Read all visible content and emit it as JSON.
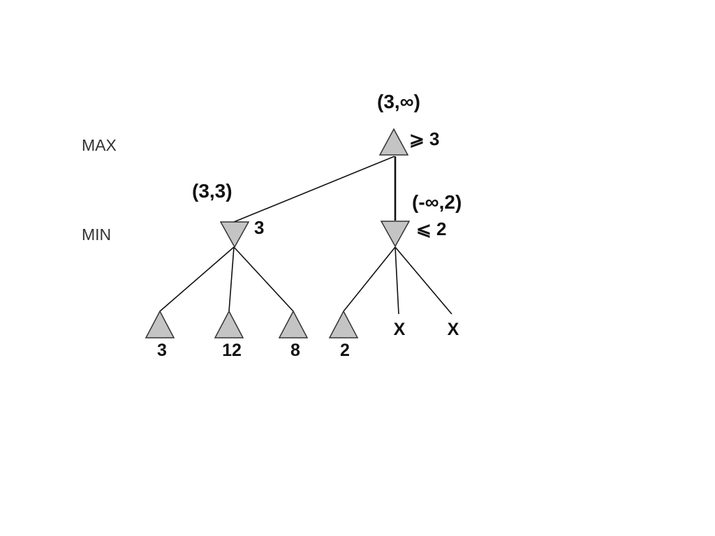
{
  "levels": {
    "max": "MAX",
    "min": "MIN"
  },
  "root": {
    "bound": "(3,∞)",
    "value": "⩾ 3"
  },
  "min_left": {
    "bound": "(3,3)",
    "value": "3"
  },
  "min_right": {
    "bound": "(-∞,2)",
    "value": "⩽ 2"
  },
  "leaves": [
    "3",
    "12",
    "8",
    "2"
  ],
  "pruned": [
    "X",
    "X"
  ],
  "colors": {
    "node_fill": "#c4c4c4",
    "line": "#111111"
  }
}
